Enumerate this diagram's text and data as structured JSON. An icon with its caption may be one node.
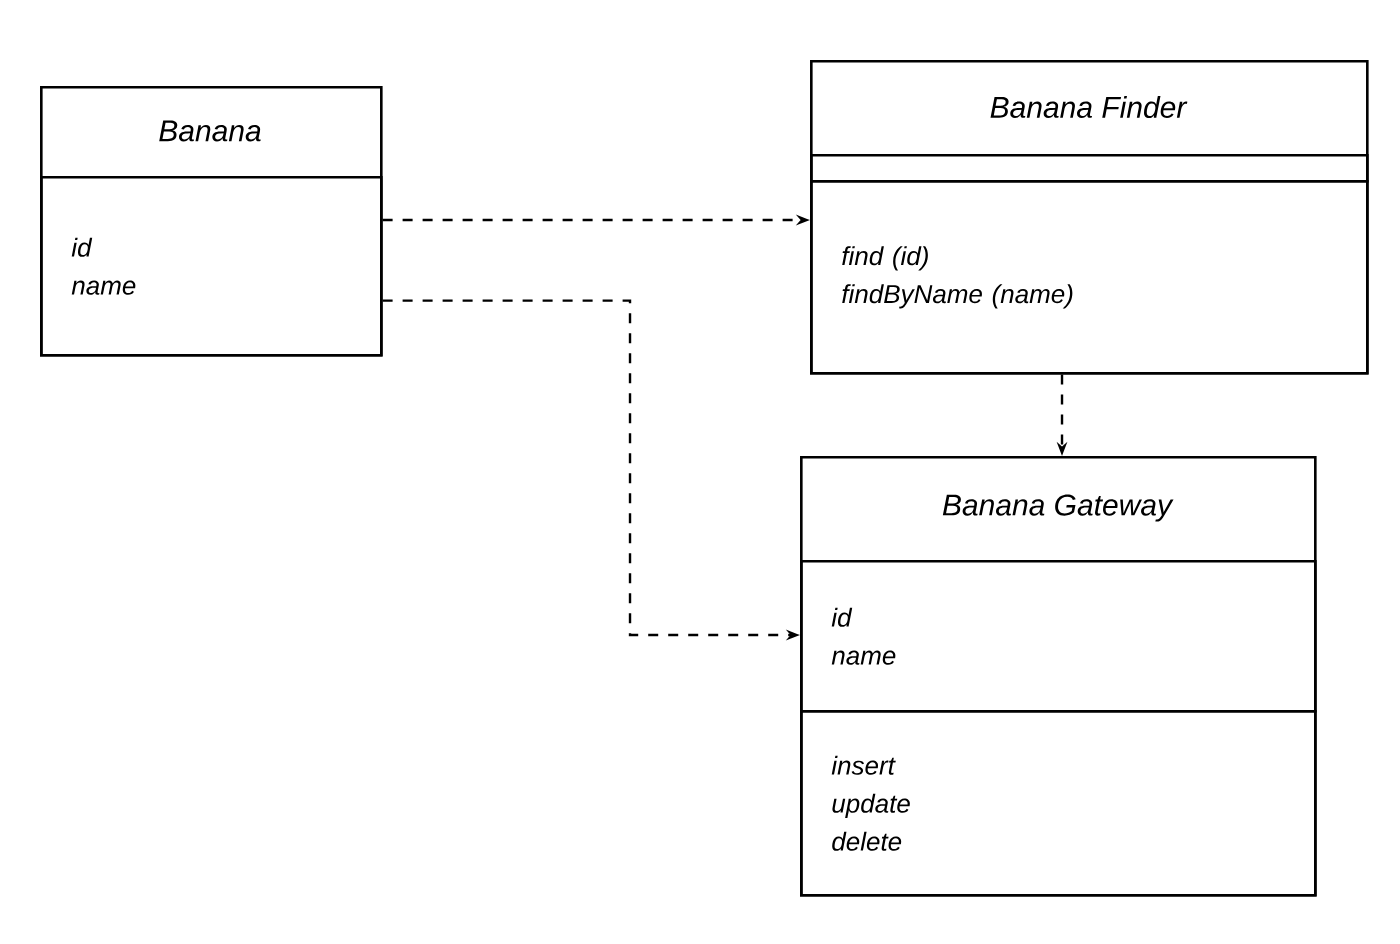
{
  "diagram": {
    "nodes": [
      {
        "text": [
          "Banana"
        ]
      },
      {
        "text": [
          "id",
          "name"
        ],
        "in": 0
      },
      {
        "text": [
          "Banana Finder"
        ]
      },
      {
        "text": [],
        "shape": "box",
        "in": 2
      },
      {
        "text": [
          "find (id)",
          "findByName (name)"
        ],
        "in": 2
      },
      {
        "text": [
          "Banana Gateway"
        ]
      },
      {
        "text": [
          "id",
          "name"
        ],
        "in": 5
      },
      {
        "text": [
          "insert",
          "update",
          "delete"
        ],
        "in": 5
      }
    ],
    "edges": [
      {
        "from": 0,
        "to": 2,
        "arrow": "to",
        "style": "dashed"
      },
      {
        "from": 1,
        "to": 6,
        "arrow": "to",
        "style": "dashed"
      },
      {
        "from": 2,
        "to": 5,
        "arrow": "to",
        "style": "dashed"
      }
    ]
  }
}
